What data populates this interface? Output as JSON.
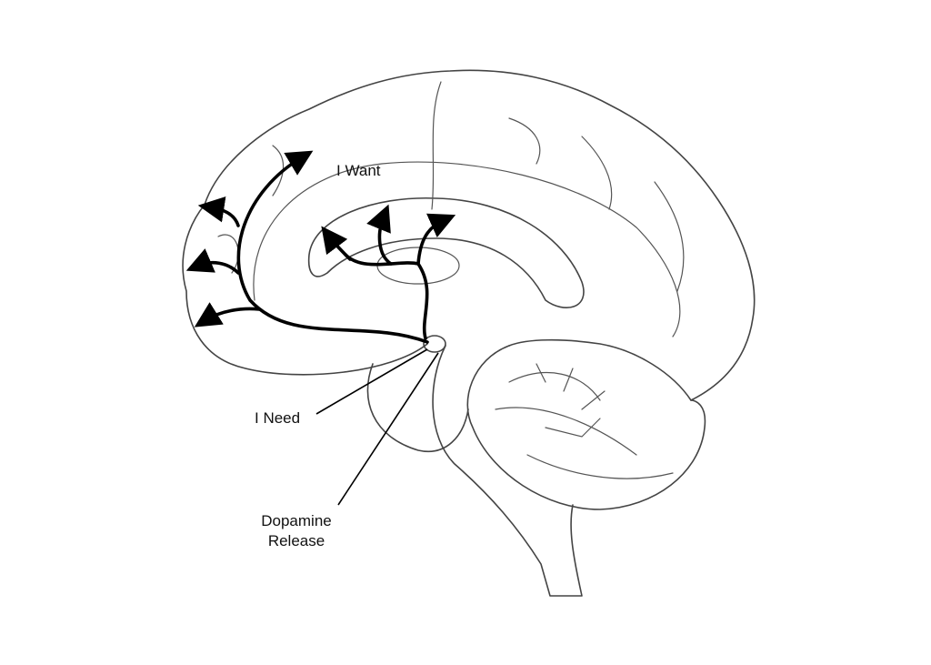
{
  "title": "Dopamine pathways in the brain",
  "labels": {
    "want": "I Want",
    "need": "I Need",
    "dopamine_line1": "Dopamine",
    "dopamine_line2": "Release"
  },
  "colors": {
    "pathway": "#000000",
    "outline": "#444444",
    "background": "#ffffff"
  }
}
